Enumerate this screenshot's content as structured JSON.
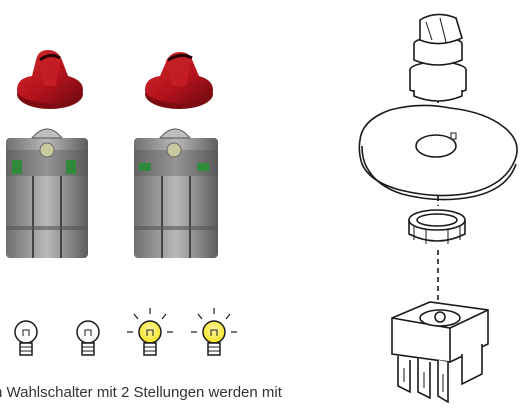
{
  "caption": "n Wahlschalter mit 2 Stellungen werden mit",
  "colors": {
    "knob_red": "#b3121c",
    "knob_dark": "#7d0c12",
    "contact_block": "#8f8f8f",
    "contact_green": "#2f8a3a",
    "lamp_glow": "#f7e21c",
    "line_art": "#1a1a1a"
  },
  "left_group": {
    "knobs": [
      "selector-knob-red",
      "selector-knob-red"
    ],
    "contact_blocks": [
      "contact-block",
      "contact-block"
    ],
    "lamps": [
      {
        "icon": "bulb-icon",
        "lit": false
      },
      {
        "icon": "bulb-icon",
        "lit": false
      },
      {
        "icon": "bulb-icon",
        "lit": true
      },
      {
        "icon": "bulb-icon",
        "lit": true
      }
    ]
  },
  "exploded_view": {
    "parts": [
      "selector-head",
      "gasket-plate",
      "mounting-nut",
      "contact-base"
    ]
  }
}
